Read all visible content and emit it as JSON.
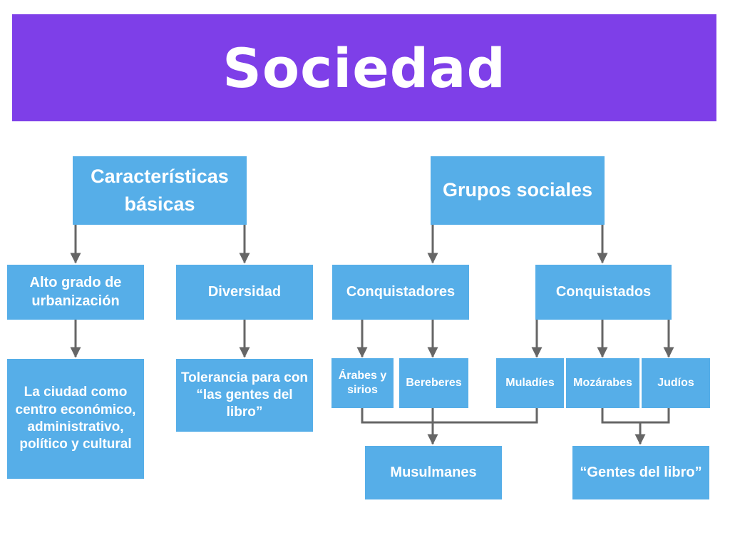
{
  "title": "Sociedad",
  "colors": {
    "banner": "#7e3fe8",
    "box": "#56aee8",
    "connector": "#666666",
    "text": "#ffffff"
  },
  "diagram": {
    "caracteristicas": {
      "label": "Características básicas",
      "children": {
        "urbanizacion": {
          "label": "Alto grado de urbanización",
          "detail": "La ciudad como centro económico, administrativo, político y cultural"
        },
        "diversidad": {
          "label": "Diversidad",
          "detail": "Tolerancia para con “las gentes del libro”"
        }
      }
    },
    "grupos": {
      "label": "Grupos sociales",
      "conquistadores": {
        "label": "Conquistadores",
        "arabes": "Árabes y sirios",
        "bereberes": "Bereberes"
      },
      "conquistados": {
        "label": "Conquistados",
        "muladies": "Muladíes",
        "mozarabes": "Mozárabes",
        "judios": "Judíos"
      },
      "musulmanes": "Musulmanes",
      "gentes_libro": "“Gentes del libro”"
    }
  }
}
